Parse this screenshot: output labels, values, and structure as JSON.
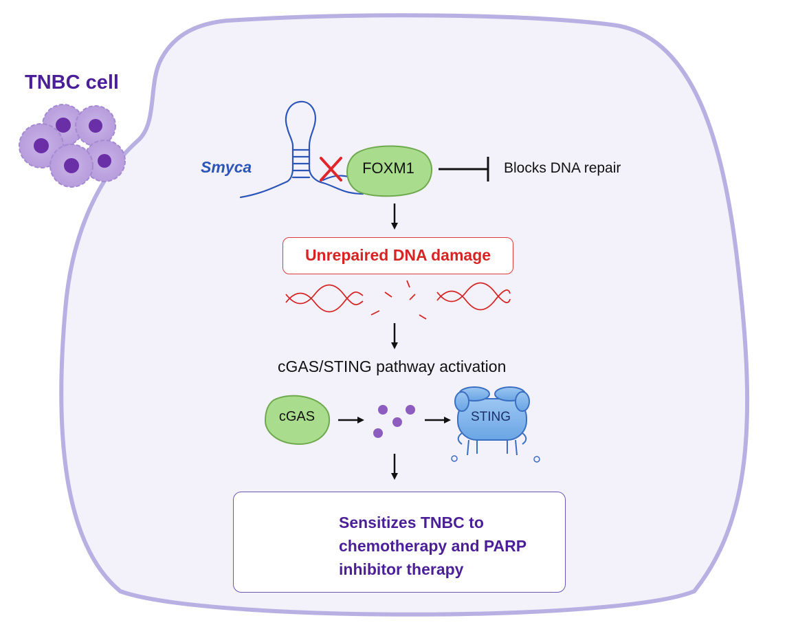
{
  "title": "TNBC cell",
  "smyca_label": "Smyca",
  "foxm1_label": "FOXM1",
  "blocks_label": "Blocks DNA repair",
  "damage_label": "Unrepaired DNA damage",
  "pathway_label": "cGAS/STING pathway activation",
  "cgas_label": "cGAS",
  "sting_label": "STING",
  "result_label": "Sensitizes TNBC to chemotherapy and PARP inhibitor therapy",
  "colors": {
    "cell_fill": "#f3f1fa",
    "cell_border": "#b8b0e2",
    "purple_text": "#4a1f98",
    "rna_blue": "#2b55b8",
    "protein_green": "#a9dc8c",
    "damage_red": "#d62424",
    "sting_blue": "#7ab1ea",
    "drug_purple": "#8e6cc8"
  }
}
